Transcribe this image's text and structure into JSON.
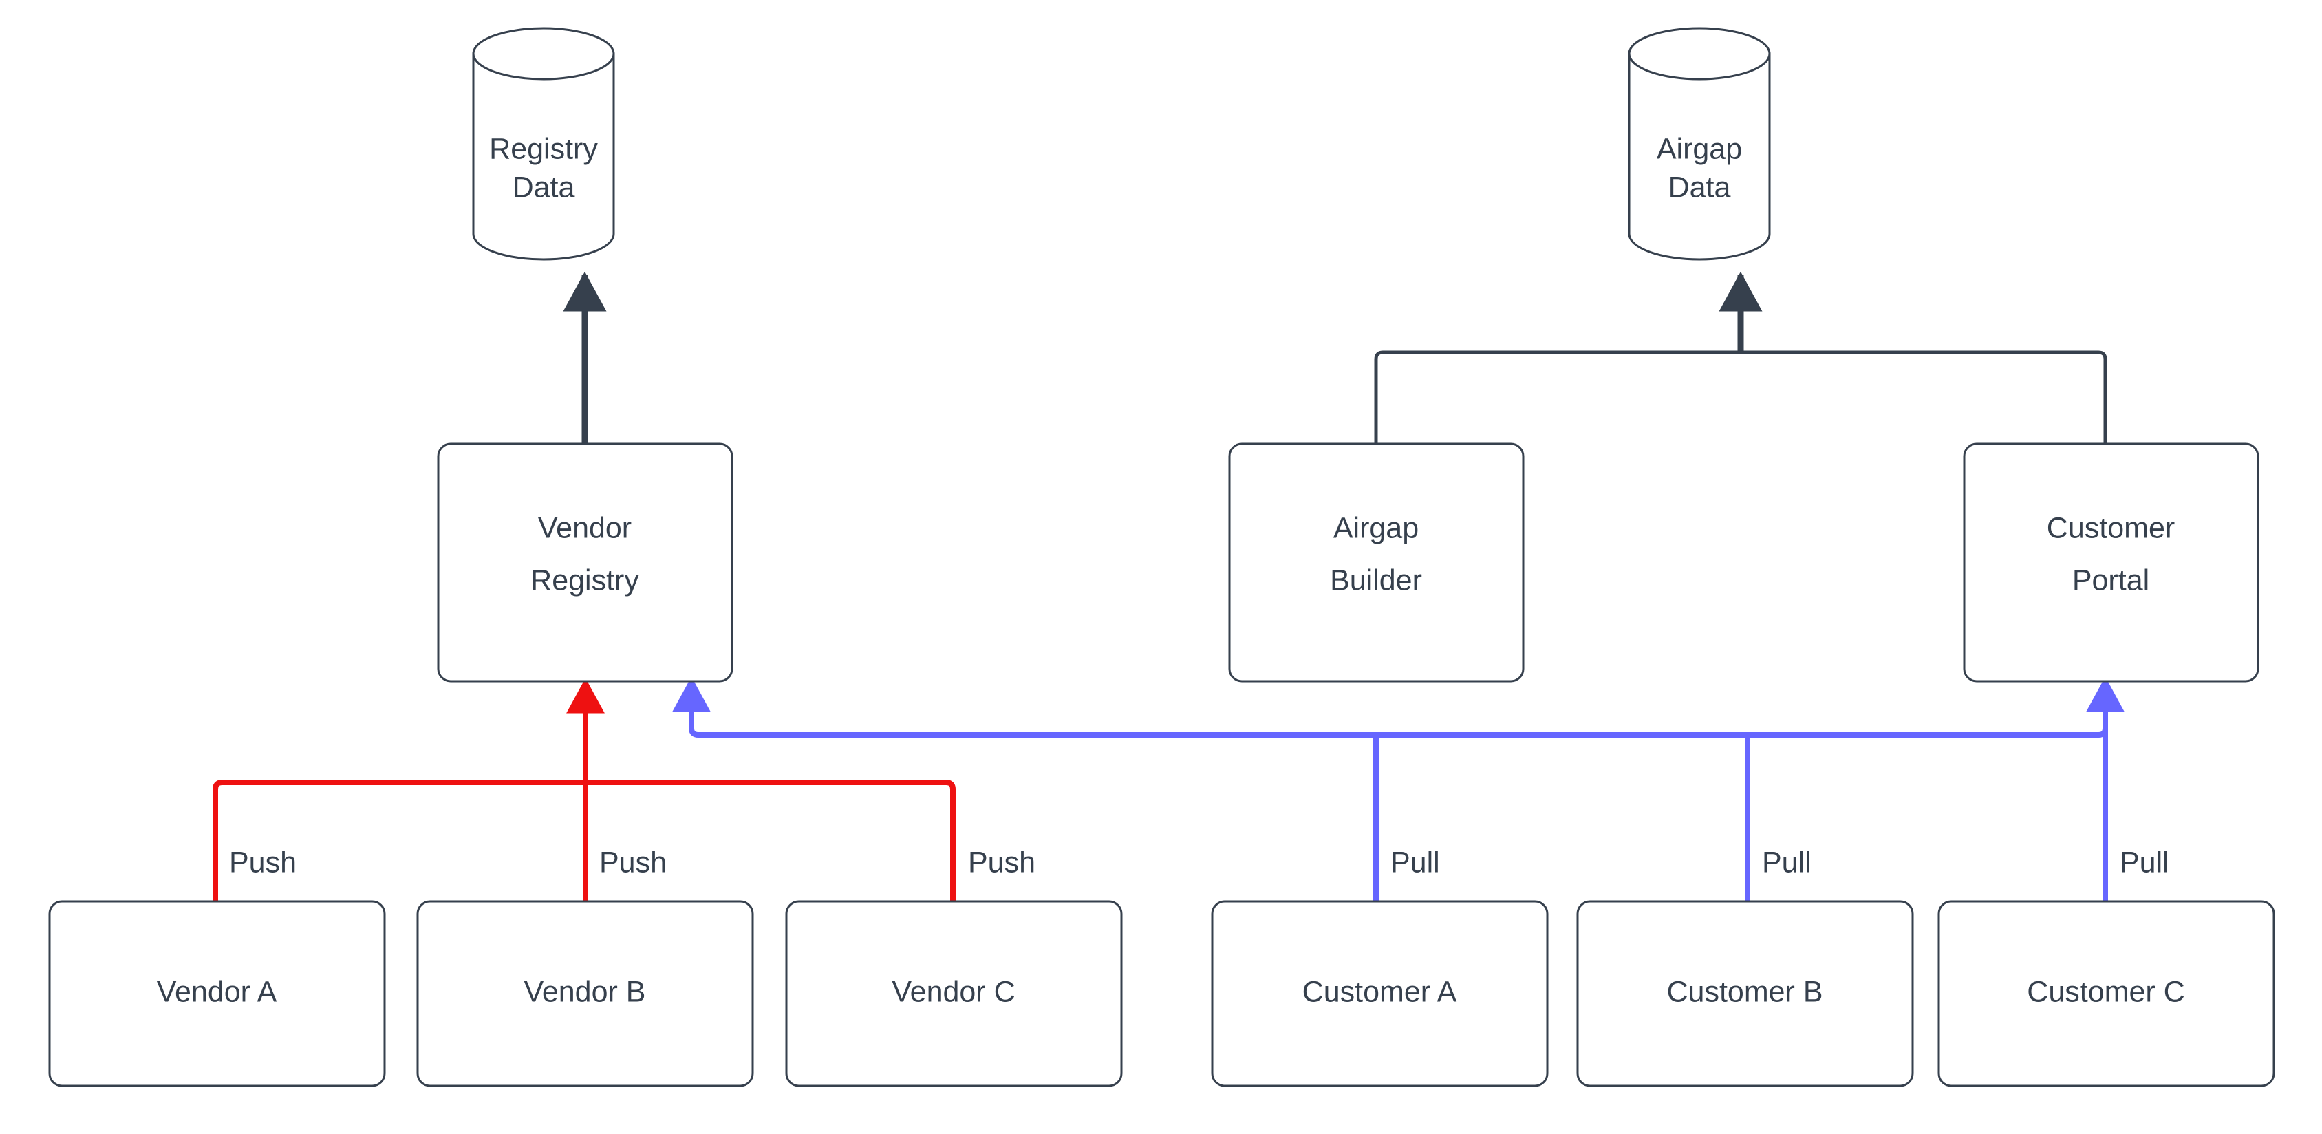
{
  "diagram": {
    "type": "flowchart",
    "background_color": "#ffffff",
    "stroke_color": "#36404d",
    "text_color": "#36404d",
    "push_color": "#ee1111",
    "pull_color": "#6666ff",
    "datastores": [
      {
        "id": "registry-data",
        "label_line1": "Registry",
        "label_line2": "Data",
        "shape": "cylinder"
      },
      {
        "id": "airgap-data",
        "label_line1": "Airgap",
        "label_line2": "Data",
        "shape": "cylinder"
      }
    ],
    "services": [
      {
        "id": "vendor-registry",
        "label_line1": "Vendor",
        "label_line2": "Registry",
        "shape": "rounded-rect"
      },
      {
        "id": "airgap-builder",
        "label_line1": "Airgap",
        "label_line2": "Builder",
        "shape": "rounded-rect"
      },
      {
        "id": "customer-portal",
        "label_line1": "Customer",
        "label_line2": "Portal",
        "shape": "rounded-rect"
      }
    ],
    "actors": [
      {
        "id": "vendor-a",
        "label": "Vendor A",
        "edge_label": "Push",
        "edge_color": "#ee1111"
      },
      {
        "id": "vendor-b",
        "label": "Vendor B",
        "edge_label": "Push",
        "edge_color": "#ee1111"
      },
      {
        "id": "vendor-c",
        "label": "Vendor C",
        "edge_label": "Push",
        "edge_color": "#ee1111"
      },
      {
        "id": "customer-a",
        "label": "Customer A",
        "edge_label": "Pull",
        "edge_color": "#6666ff"
      },
      {
        "id": "customer-b",
        "label": "Customer B",
        "edge_label": "Pull",
        "edge_color": "#6666ff"
      },
      {
        "id": "customer-c",
        "label": "Customer C",
        "edge_label": "Pull",
        "edge_color": "#6666ff"
      }
    ],
    "edges": [
      {
        "from": "vendor-registry",
        "to": "registry-data",
        "label": "",
        "color": "#36404d"
      },
      {
        "from": "airgap-builder",
        "to": "airgap-data",
        "label": "",
        "color": "#36404d"
      },
      {
        "from": "customer-portal",
        "to": "airgap-data",
        "label": "",
        "color": "#36404d"
      },
      {
        "from": "vendor-a",
        "to": "vendor-registry",
        "label": "Push",
        "color": "#ee1111"
      },
      {
        "from": "vendor-b",
        "to": "vendor-registry",
        "label": "Push",
        "color": "#ee1111"
      },
      {
        "from": "vendor-c",
        "to": "vendor-registry",
        "label": "Push",
        "color": "#ee1111"
      },
      {
        "from": "customer-a",
        "to": "vendor-registry",
        "label": "Pull",
        "color": "#6666ff"
      },
      {
        "from": "customer-b",
        "to": "customer-portal",
        "label": "Pull",
        "color": "#6666ff"
      },
      {
        "from": "customer-c",
        "to": "customer-portal",
        "label": "Pull",
        "color": "#6666ff"
      }
    ]
  }
}
